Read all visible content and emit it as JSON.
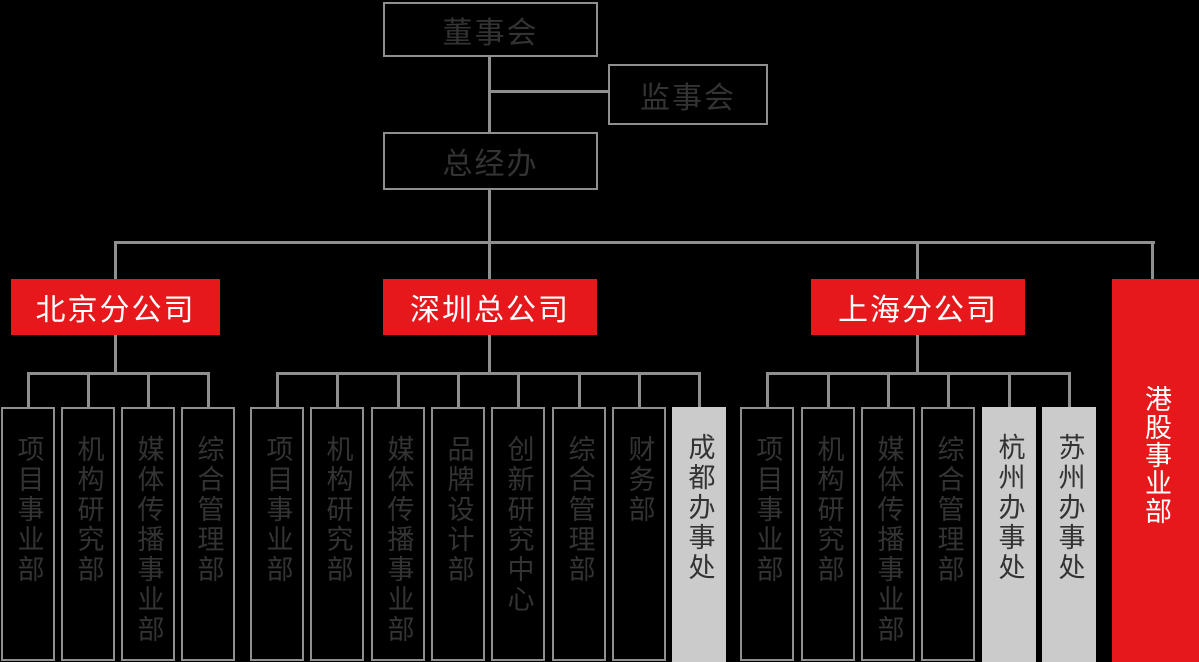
{
  "colors": {
    "background": "#000000",
    "accent_red": "#e7181c",
    "office_gray": "#cbcbcb",
    "line_gray": "#8f8f8f",
    "text_dark": "#333333",
    "text_white": "#ffffff"
  },
  "executive": {
    "board": "董事会",
    "supervisory": "监事会",
    "gm_office": "总经办"
  },
  "branches": [
    {
      "label": "北京分公司",
      "departments": [
        {
          "label": "项目事业部",
          "type": "department"
        },
        {
          "label": "机构研究部",
          "type": "department"
        },
        {
          "label": "媒体传播事业部",
          "type": "department"
        },
        {
          "label": "综合管理部",
          "type": "department"
        }
      ]
    },
    {
      "label": "深圳总公司",
      "departments": [
        {
          "label": "项目事业部",
          "type": "department"
        },
        {
          "label": "机构研究部",
          "type": "department"
        },
        {
          "label": "媒体传播事业部",
          "type": "department"
        },
        {
          "label": "品牌设计部",
          "type": "department"
        },
        {
          "label": "创新研究中心",
          "type": "department"
        },
        {
          "label": "综合管理部",
          "type": "department"
        },
        {
          "label": "财务部",
          "type": "department"
        },
        {
          "label": "成都办事处",
          "type": "office"
        }
      ]
    },
    {
      "label": "上海分公司",
      "departments": [
        {
          "label": "项目事业部",
          "type": "department"
        },
        {
          "label": "机构研究部",
          "type": "department"
        },
        {
          "label": "媒体传播事业部",
          "type": "department"
        },
        {
          "label": "综合管理部",
          "type": "department"
        },
        {
          "label": "杭州办事处",
          "type": "office"
        },
        {
          "label": "苏州办事处",
          "type": "office"
        }
      ]
    }
  ],
  "special_division": {
    "label": "港股事业部"
  }
}
